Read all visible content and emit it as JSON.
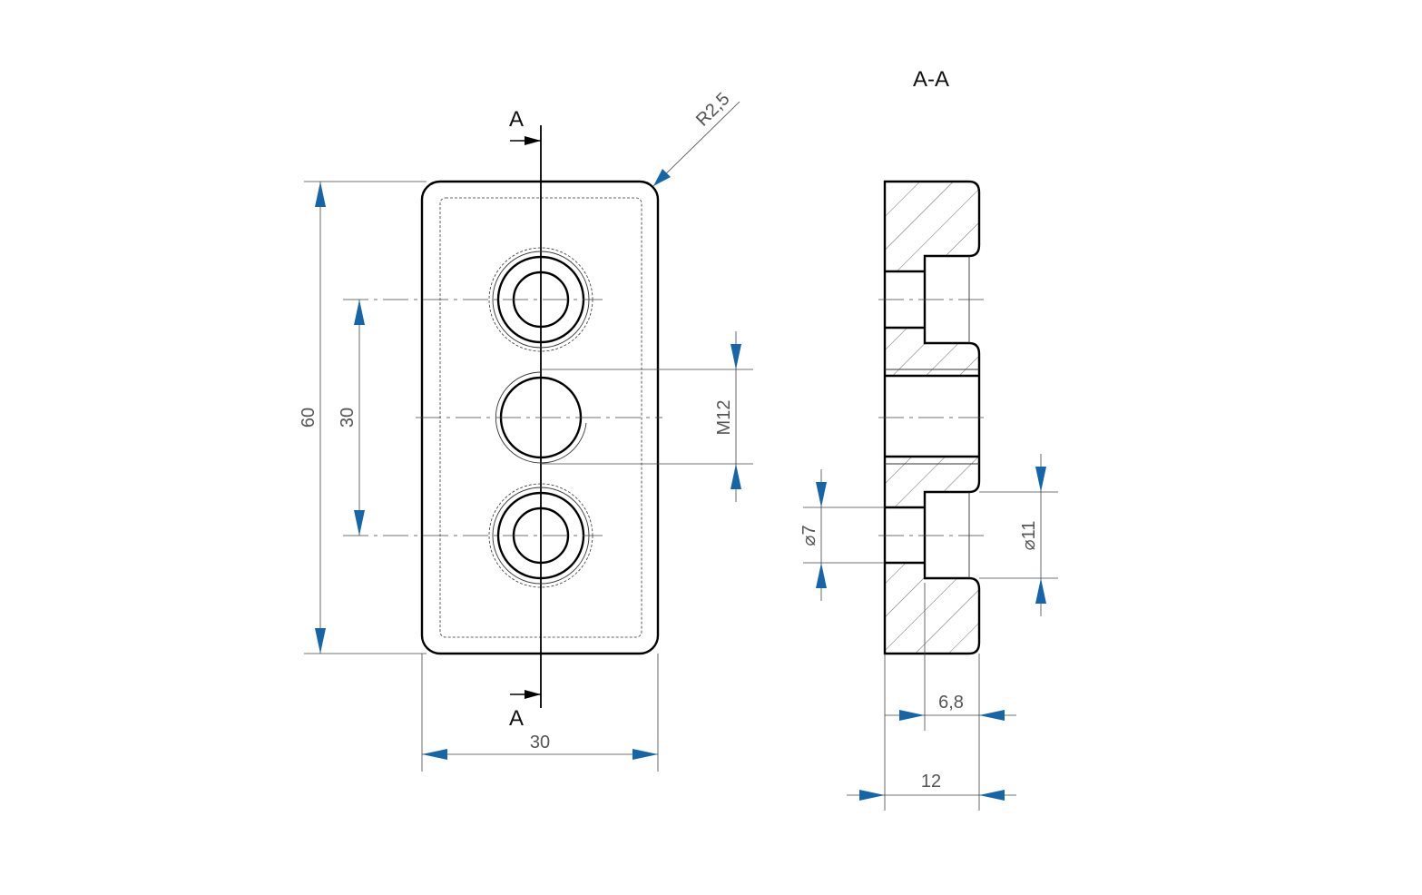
{
  "front_view": {
    "section_mark_top": "A",
    "section_mark_bottom": "A",
    "radius_label": "R2,5",
    "height_label": "60",
    "hole_pitch_label": "30",
    "thread_label": "M12",
    "width_label": "30"
  },
  "section_view": {
    "title": "A-A",
    "bore_small_label": "7",
    "bore_large_label": "11",
    "depth_label": "6,8",
    "thickness_label": "12",
    "diameter_symbol": "⌀"
  }
}
